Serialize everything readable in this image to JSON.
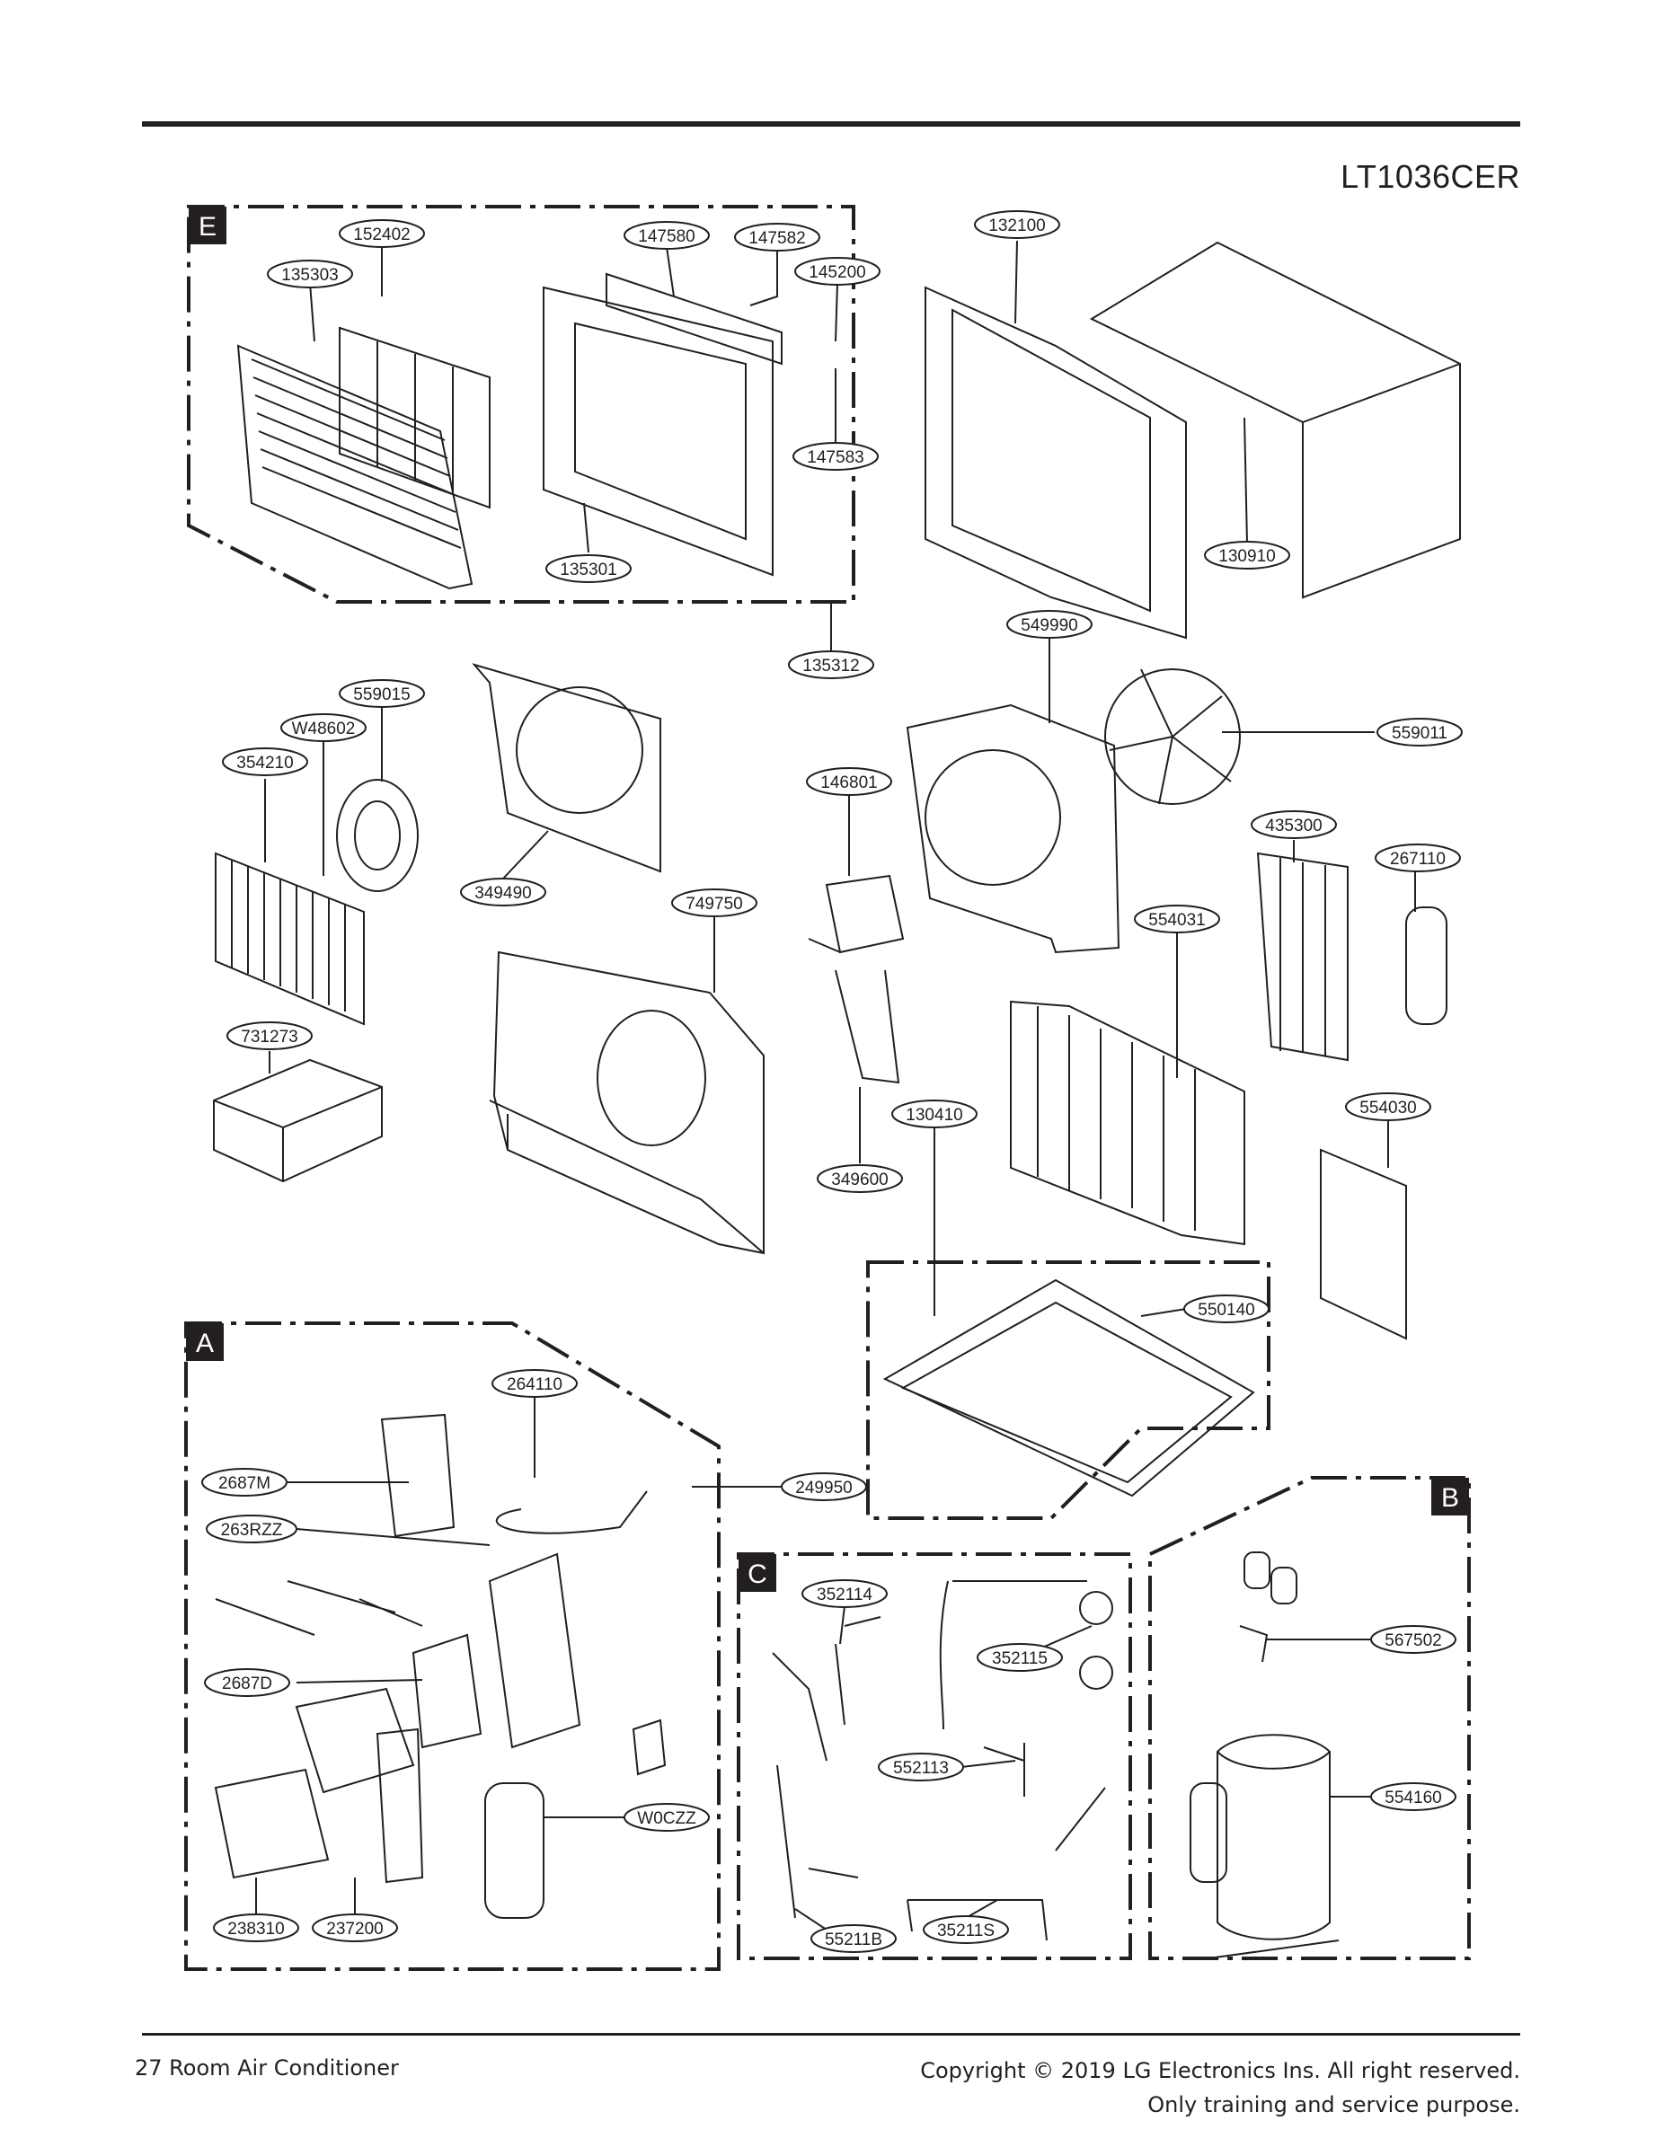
{
  "header": {
    "model": "LT1036CER"
  },
  "footer": {
    "page": "27  Room  Air  Conditioner",
    "copyright": "Copyright  ©  2019  LG  Electronics   Ins.  All  right reserved.",
    "notice": "Only  training  and  service  purpose."
  },
  "sections": {
    "E": "E",
    "A": "A",
    "B": "B",
    "C": "C"
  },
  "callouts": {
    "p152402": "152402",
    "p135303": "135303",
    "p147580": "147580",
    "p147582": "147582",
    "p145200": "145200",
    "p147583": "147583",
    "p135301": "135301",
    "p135312": "135312",
    "p132100": "132100",
    "p130910": "130910",
    "p549990": "549990",
    "p559011": "559011",
    "p559015": "559015",
    "pW48602": "W48602",
    "p354210": "354210",
    "p349490": "349490",
    "p146801": "146801",
    "p749750": "749750",
    "p435300": "435300",
    "p267110": "267110",
    "p554031": "554031",
    "p731273": "731273",
    "p130410": "130410",
    "p554030": "554030",
    "p349600": "349600",
    "p550140": "550140",
    "p264110": "264110",
    "p2687M": "2687M",
    "p263RZZ": "263RZZ",
    "p249950": "249950",
    "p2687D": "2687D",
    "pW0CZZ": "W0CZZ",
    "p238310": "238310",
    "p237200": "237200",
    "p352114": "352114",
    "p352115": "352115",
    "p552113": "552113",
    "p55211B": "55211B",
    "p35211S": "35211S",
    "p567502": "567502",
    "p554160": "554160"
  }
}
